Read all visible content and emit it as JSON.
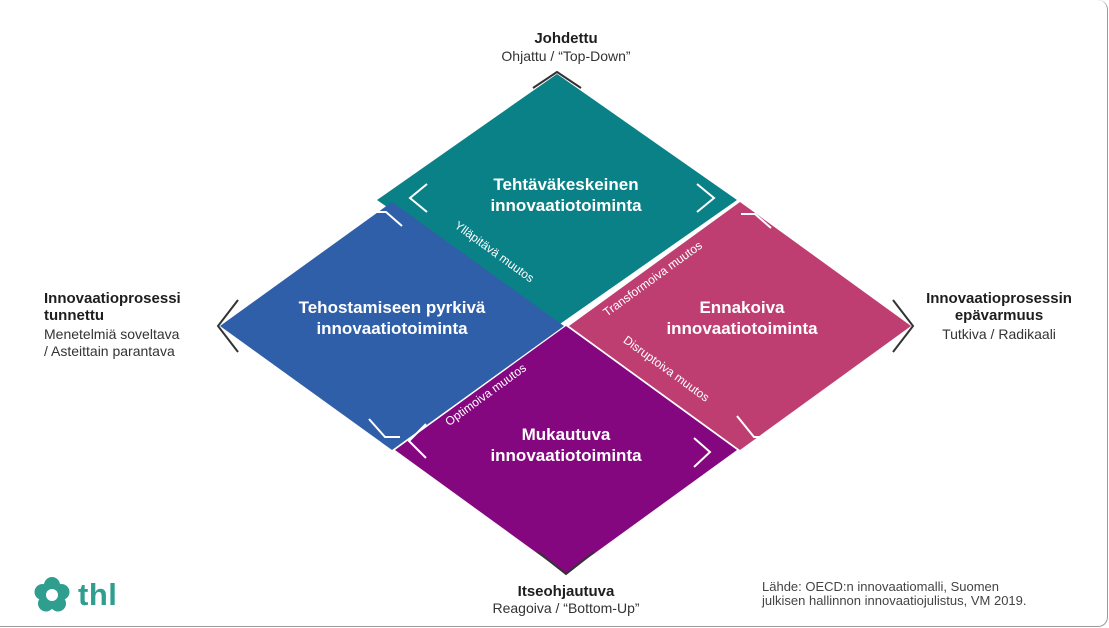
{
  "axes": {
    "top": {
      "title": "Johdettu",
      "subtitle": "Ohjattu / “Top-Down”"
    },
    "bottom": {
      "title": "Itseohjautuva",
      "subtitle": "Reagoiva / “Bottom-Up”"
    },
    "left": {
      "title_1": "Innovaatioprosessi",
      "title_2": "tunnettu",
      "subtitle_1": "Menetelmiä soveltava",
      "subtitle_2": "/ Asteittain parantava"
    },
    "right": {
      "title_1": "Innovaatioprosessin",
      "title_2": "epävarmuus",
      "subtitle": "Tutkiva / Radikaali"
    }
  },
  "quadrants": {
    "top": {
      "line1": "Tehtäväkeskeinen",
      "line2": "innovaatiotoiminta",
      "color": "#0a8087"
    },
    "left": {
      "line1": "Tehostamiseen pyrkivä",
      "line2": "innovaatiotoiminta",
      "color": "#2f5fa8"
    },
    "right": {
      "line1": "Ennakoiva",
      "line2": "innovaatiotoiminta",
      "color": "#bf3e72"
    },
    "bottom": {
      "line1": "Mukautuva",
      "line2": "innovaatiotoiminta",
      "color": "#84077f"
    }
  },
  "edge_labels": {
    "top_left": "Ylläpitävä muutos",
    "top_right": "Transformoiva muutos",
    "bottom_left": "Optimoiva muutos",
    "bottom_right": "Disruptoiva muutos"
  },
  "source": {
    "line1": "Lähde: OECD:n innovaatiomalli, Suomen",
    "line2": "julkisen hallinnon innovaatiojulistus, VM 2019."
  },
  "logo": {
    "text": "thl",
    "color": "#2f9e8f"
  }
}
